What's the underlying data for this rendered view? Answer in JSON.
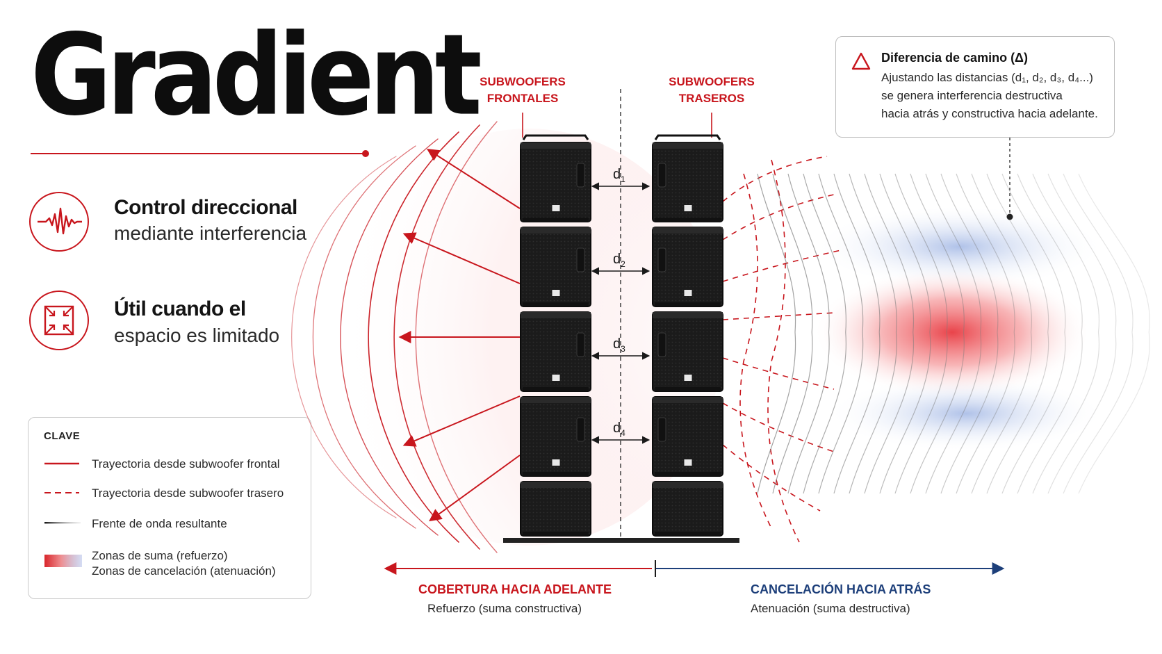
{
  "title": "Gradient",
  "features": [
    {
      "title": "Control direccional",
      "subtitle": "mediante interferencia",
      "icon": "waveform-icon"
    },
    {
      "title": "Útil cuando el",
      "subtitle": "espacio es limitado",
      "icon": "compress-arrows-icon"
    }
  ],
  "legend": {
    "heading": "CLAVE",
    "items": [
      {
        "label": "Trayectoria desde subwoofer frontal",
        "icon": "solid-red-line"
      },
      {
        "label": "Trayectoria desde subwoofer trasero",
        "icon": "dashed-red-line"
      },
      {
        "label": "Frente de onda resultante",
        "icon": "gray-gradient-line"
      },
      {
        "label": "Zonas de suma (refuerzo)",
        "icon": "red-blue-gradient-swatch"
      },
      {
        "label": "Zonas de cancelación (atenuación)"
      }
    ]
  },
  "labels": {
    "front": [
      "SUBWOOFERS",
      "FRONTALES"
    ],
    "rear": [
      "SUBWOOFERS",
      "TRASEROS"
    ]
  },
  "distances": [
    {
      "base": "d",
      "sub": "1"
    },
    {
      "base": "d",
      "sub": "2"
    },
    {
      "base": "d",
      "sub": "3"
    },
    {
      "base": "d",
      "sub": "4"
    }
  ],
  "callout": {
    "icon": "warning-triangle-icon",
    "title": "Diferencia de camino (Δ)",
    "line1": "Ajustando las distancias (d₁, d₂, d₃, d₄...)",
    "line2": "se genera interferencia destructiva",
    "line3": "hacia atrás y constructiva hacia adelante."
  },
  "axis": {
    "left_title": "COBERTURA HACIA ADELANTE",
    "left_sub": "Refuerzo (suma constructiva)",
    "right_title": "CANCELACIÓN HACIA ATRÁS",
    "right_sub": "Atenuación (suma destructiva)"
  },
  "colors": {
    "accent": "#c8161d",
    "blue": "#1d3f7a",
    "cabinet": "#1c1c1c"
  }
}
